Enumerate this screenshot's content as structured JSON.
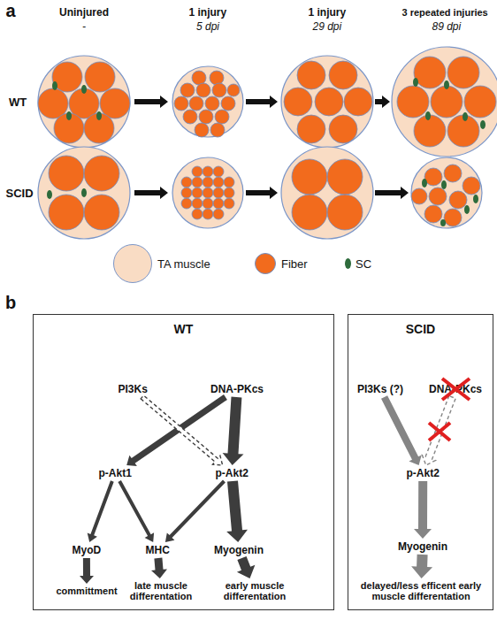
{
  "diagram": {
    "nodes": [
      {
        "text": [
          "WT"
        ]
      },
      {
        "text": [
          "PI3Ks"
        ],
        "in": 0
      },
      {
        "text": [
          "DNA-PKcs"
        ],
        "in": 0
      },
      {
        "text": [
          "p-Akt1"
        ],
        "in": 0
      },
      {
        "text": [
          "p-Akt2"
        ],
        "in": 0
      },
      {
        "text": [
          "MyoD"
        ],
        "in": 0
      },
      {
        "text": [
          "MHC"
        ],
        "in": 0
      },
      {
        "text": [
          "Myogenin"
        ],
        "in": 0
      },
      {
        "text": [
          "committment"
        ],
        "in": 0
      },
      {
        "text": [
          "late muscle differentation"
        ],
        "in": 0
      },
      {
        "text": [
          "early muscle differentation"
        ],
        "in": 0
      },
      {
        "text": [
          "SCID"
        ]
      },
      {
        "text": [
          "PI3Ks (?)"
        ],
        "in": 11
      },
      {
        "text": [
          "DNA-PKcs"
        ],
        "in": 11
      },
      {
        "text": [
          "p-Akt2"
        ],
        "in": 11
      },
      {
        "text": [
          "Myogenin"
        ],
        "in": 11
      },
      {
        "text": [
          "delayed/less efficent early muscle differentation"
        ],
        "in": 11
      }
    ],
    "edges": [
      {
        "from": 2,
        "to": 3,
        "arrow": "to"
      },
      {
        "from": 2,
        "to": 4,
        "arrow": "to"
      },
      {
        "from": 1,
        "to": 4,
        "arrow": "to"
      },
      {
        "from": 3,
        "to": 5,
        "arrow": "to"
      },
      {
        "from": 3,
        "to": 6,
        "arrow": "to"
      },
      {
        "from": 4,
        "to": 6,
        "arrow": "to"
      },
      {
        "from": 4,
        "to": 7,
        "arrow": "to"
      },
      {
        "from": 5,
        "to": 8,
        "arrow": "to"
      },
      {
        "from": 6,
        "to": 9,
        "arrow": "to"
      },
      {
        "from": 7,
        "to": 10,
        "arrow": "to"
      },
      {
        "from": 12,
        "to": 14,
        "arrow": "to"
      },
      {
        "from": 13,
        "to": 14,
        "arrow": "to"
      },
      {
        "from": 14,
        "to": 15,
        "arrow": "to"
      },
      {
        "from": 15,
        "to": 16,
        "arrow": "to"
      }
    ],
    "labels": [
      "a",
      "Uninjured",
      "-",
      "1 injury",
      "5 dpi",
      "1 injury",
      "29 dpi",
      "3 repeated injuries",
      "89 dpi",
      "WT",
      "SCID",
      "b"
    ],
    "legend": [
      {
        "text": "TA muscle",
        "color": "#f9dcc4"
      },
      {
        "text": "Fiber",
        "color": "#f26b1d"
      },
      {
        "text": "SC",
        "color": "#2e6b3c"
      }
    ]
  }
}
